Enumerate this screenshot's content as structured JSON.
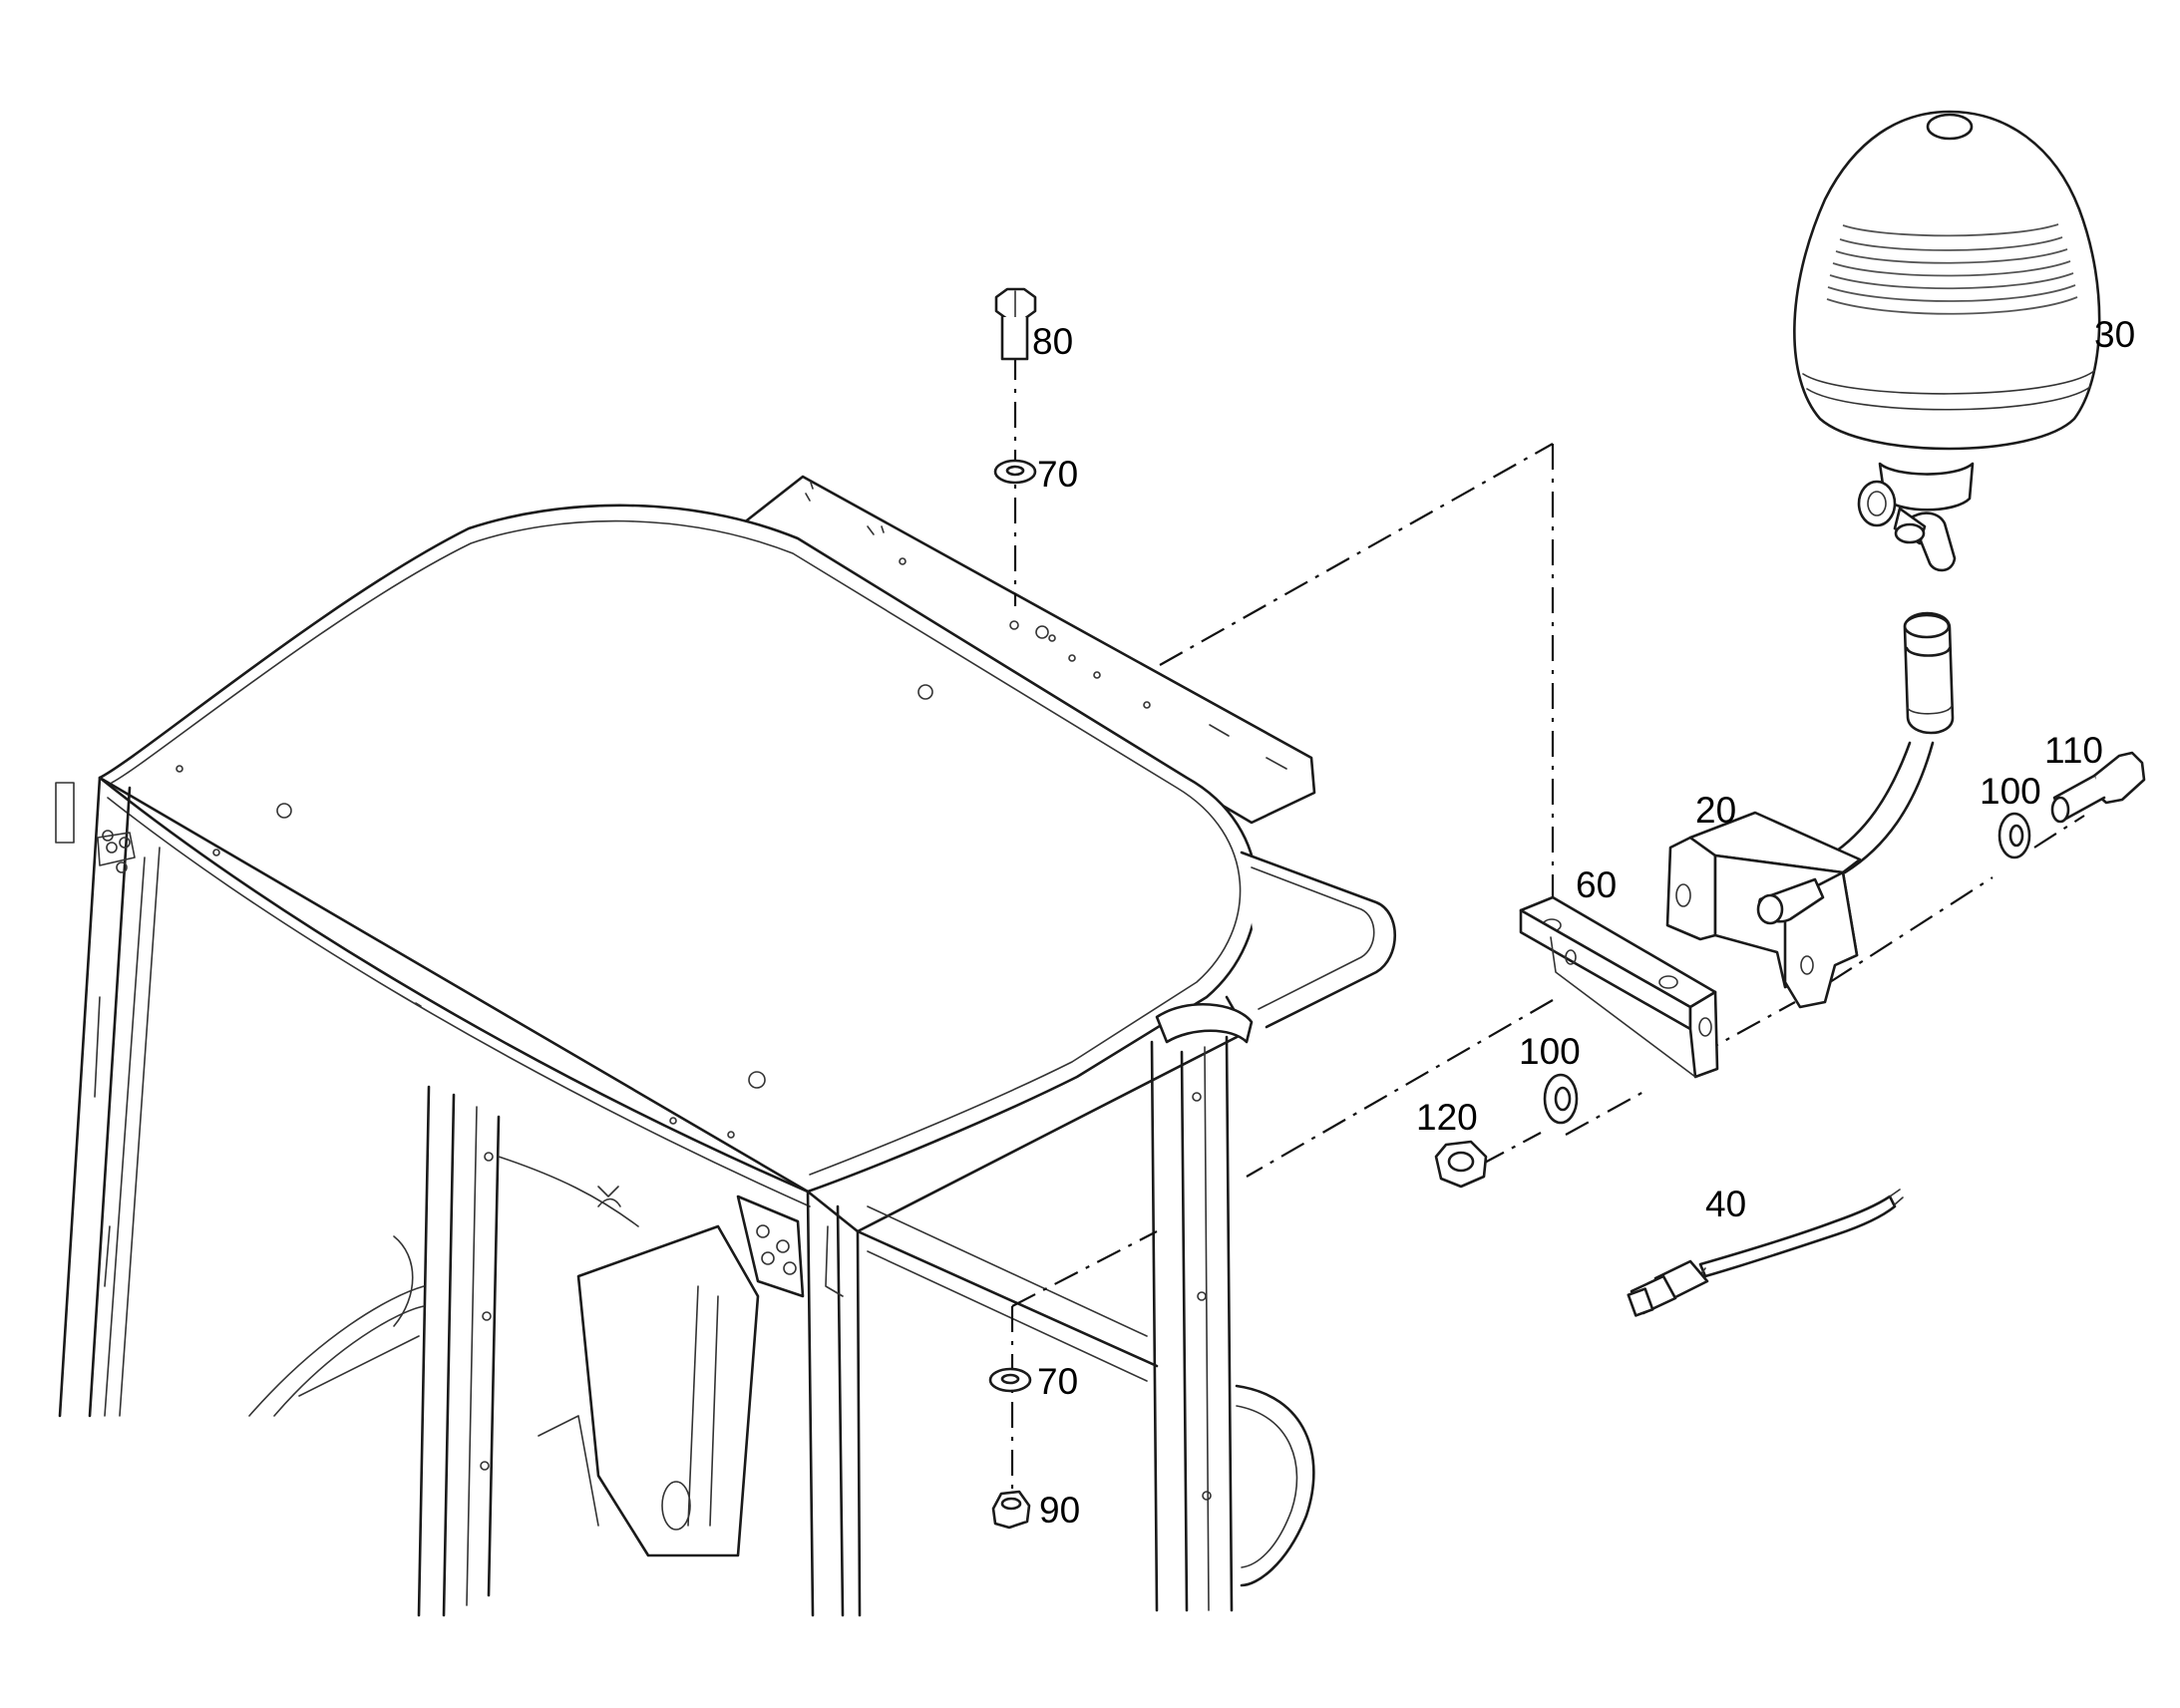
{
  "diagram": {
    "callouts": [
      {
        "id": "c80",
        "text": "80"
      },
      {
        "id": "c70a",
        "text": "70"
      },
      {
        "id": "c30",
        "text": "30"
      },
      {
        "id": "c110",
        "text": "110"
      },
      {
        "id": "c100a",
        "text": "100"
      },
      {
        "id": "c20",
        "text": "20"
      },
      {
        "id": "c60",
        "text": "60"
      },
      {
        "id": "c100b",
        "text": "100"
      },
      {
        "id": "c120",
        "text": "120"
      },
      {
        "id": "c40",
        "text": "40"
      },
      {
        "id": "c70b",
        "text": "70"
      },
      {
        "id": "c90",
        "text": "90"
      }
    ]
  }
}
